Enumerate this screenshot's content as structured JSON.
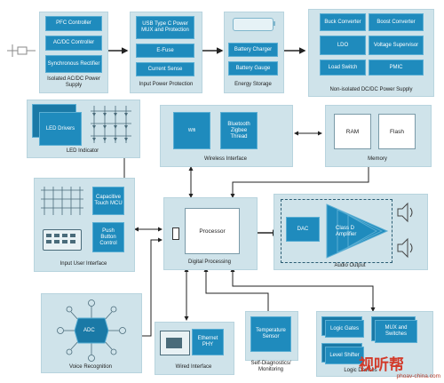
{
  "power": {
    "isolated": {
      "blocks": [
        "PFC Controller",
        "AC/DC Controller",
        "Synchronous Rectifier"
      ],
      "caption": "Isolated AC/DC Power Supply"
    },
    "input": {
      "blocks": [
        "USB Type C Power MUX and Protection",
        "E-Fuse",
        "Current Sense"
      ],
      "caption": "Input Power Protection"
    },
    "storage": {
      "blocks": [
        "Battery Charger",
        "Battery Gauge"
      ],
      "caption": "Energy Storage"
    },
    "nonisolated": {
      "blocks": [
        "Buck Converter",
        "Boost Converter",
        "LDO",
        "Voltage Supervisor",
        "Load Switch",
        "PMIC"
      ],
      "caption": "Non-isolated DC/DC Power Supply"
    }
  },
  "led": {
    "block": "LED Drivers",
    "caption": "LED Indicator"
  },
  "wireless": {
    "blocks": [
      "Wifi",
      "Bluetooth Zigbee Thread"
    ],
    "caption": "Wireless Interface"
  },
  "memory": {
    "blocks": [
      "RAM",
      "Flash"
    ],
    "caption": "Memory"
  },
  "ui": {
    "blocks": [
      "Capacitive Touch MCU",
      "Push Button Control"
    ],
    "caption": "Input User Interface"
  },
  "digital": {
    "block": "Processor",
    "caption": "Digital Processing"
  },
  "audio": {
    "blocks": [
      "DAC",
      "Class D Amplifier"
    ],
    "caption": "Audio Output"
  },
  "voice": {
    "block": "ADC",
    "caption": "Voice Recognition"
  },
  "wired": {
    "block": "Ethernet PHY",
    "caption": "Wired Interface"
  },
  "diag": {
    "block": "Temperature Sensor",
    "caption": "Self-Diagnostics/ Monitoring"
  },
  "logic": {
    "blocks": [
      "Logic Gates",
      "MUX and Switches",
      "Level Shifter"
    ],
    "caption": "Logic Devices"
  },
  "watermark": {
    "text": "视听帮",
    "url": "phoav-china.com"
  },
  "colors": {
    "block": "#1f8bbd",
    "panel": "#cfe3ea",
    "wire": "#222222"
  }
}
